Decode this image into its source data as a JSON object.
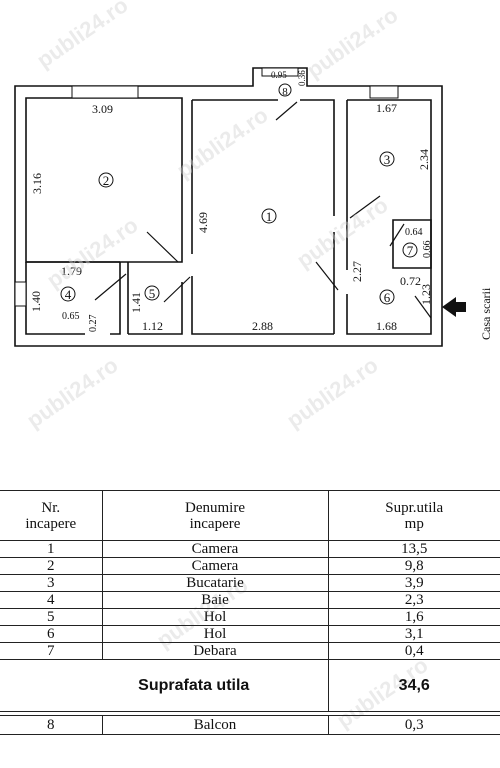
{
  "watermark": "publi24.ro",
  "plan": {
    "dimensions": [
      "3.09",
      "3.16",
      "4.69",
      "1.67",
      "2.34",
      "0.95",
      "0.36",
      "1.79",
      "1.40",
      "0.65",
      "0.27",
      "1.41",
      "1.12",
      "2.88",
      "2.27",
      "0.64",
      "0.66",
      "0.72",
      "1.23",
      "1.68"
    ],
    "room_numbers": [
      "1",
      "2",
      "3",
      "4",
      "5",
      "6",
      "7",
      "8"
    ],
    "stair_label": "Casa scarii"
  },
  "table": {
    "headers": {
      "nr": [
        "Nr.",
        "incapere"
      ],
      "name": [
        "Denumire",
        "incapere"
      ],
      "area": [
        "Supr.utila",
        "mp"
      ]
    },
    "rows": [
      {
        "nr": "1",
        "name": "Camera",
        "area": "13,5"
      },
      {
        "nr": "2",
        "name": "Camera",
        "area": "9,8"
      },
      {
        "nr": "3",
        "name": "Bucatarie",
        "area": "3,9"
      },
      {
        "nr": "4",
        "name": "Baie",
        "area": "2,3"
      },
      {
        "nr": "5",
        "name": "Hol",
        "area": "1,6"
      },
      {
        "nr": "6",
        "name": "Hol",
        "area": "3,1"
      },
      {
        "nr": "7",
        "name": "Debara",
        "area": "0,4"
      }
    ],
    "total_label": "Suprafata utila",
    "total_value": "34,6",
    "extra_row": {
      "nr": "8",
      "name": "Balcon",
      "area": "0,3"
    }
  }
}
